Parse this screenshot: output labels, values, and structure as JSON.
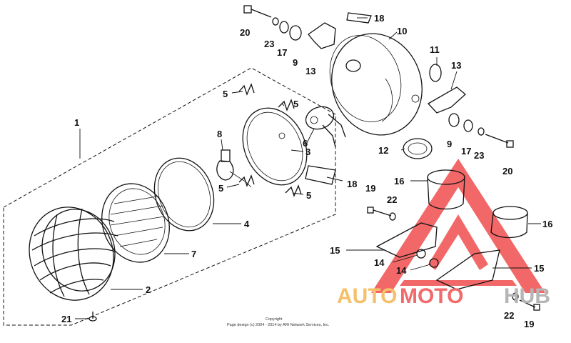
{
  "callouts": [
    {
      "id": "c1",
      "text": "1"
    },
    {
      "id": "c2",
      "text": "2"
    },
    {
      "id": "c3",
      "text": "3"
    },
    {
      "id": "c4",
      "text": "4"
    },
    {
      "id": "c5a",
      "text": "5"
    },
    {
      "id": "c5b",
      "text": "5"
    },
    {
      "id": "c5c",
      "text": "5"
    },
    {
      "id": "c5d",
      "text": "5"
    },
    {
      "id": "c6",
      "text": "6"
    },
    {
      "id": "c7",
      "text": "7"
    },
    {
      "id": "c8",
      "text": "8"
    },
    {
      "id": "c9a",
      "text": "9"
    },
    {
      "id": "c9b",
      "text": "9"
    },
    {
      "id": "c10",
      "text": "10"
    },
    {
      "id": "c11",
      "text": "11"
    },
    {
      "id": "c12",
      "text": "12"
    },
    {
      "id": "c13a",
      "text": "13"
    },
    {
      "id": "c13b",
      "text": "13"
    },
    {
      "id": "c14a",
      "text": "14"
    },
    {
      "id": "c14b",
      "text": "14"
    },
    {
      "id": "c15a",
      "text": "15"
    },
    {
      "id": "c15b",
      "text": "15"
    },
    {
      "id": "c16a",
      "text": "16"
    },
    {
      "id": "c16b",
      "text": "16"
    },
    {
      "id": "c17a",
      "text": "17"
    },
    {
      "id": "c17b",
      "text": "17"
    },
    {
      "id": "c18a",
      "text": "18"
    },
    {
      "id": "c18b",
      "text": "18"
    },
    {
      "id": "c19a",
      "text": "19"
    },
    {
      "id": "c19b",
      "text": "19"
    },
    {
      "id": "c20a",
      "text": "20"
    },
    {
      "id": "c20b",
      "text": "20"
    },
    {
      "id": "c21",
      "text": "21"
    },
    {
      "id": "c22a",
      "text": "22"
    },
    {
      "id": "c22b",
      "text": "22"
    },
    {
      "id": "c23a",
      "text": "23"
    },
    {
      "id": "c23b",
      "text": "23"
    }
  ],
  "copyright": {
    "line1": "Copyright",
    "line2": "Page design (c) 2004 - 2014 by ARI Network Services, Inc."
  },
  "watermark": {
    "text": "AUTOMOTOHUB",
    "part1": "AUTO",
    "part2": "MOTO",
    "part3": "HUB",
    "colors": {
      "auto": "#f5c06a",
      "moto": "#f26b6b",
      "hub": "#b5b5b5",
      "triangle": "#f04e4e"
    }
  },
  "colors": {
    "line": "#111111",
    "background": "#ffffff"
  }
}
